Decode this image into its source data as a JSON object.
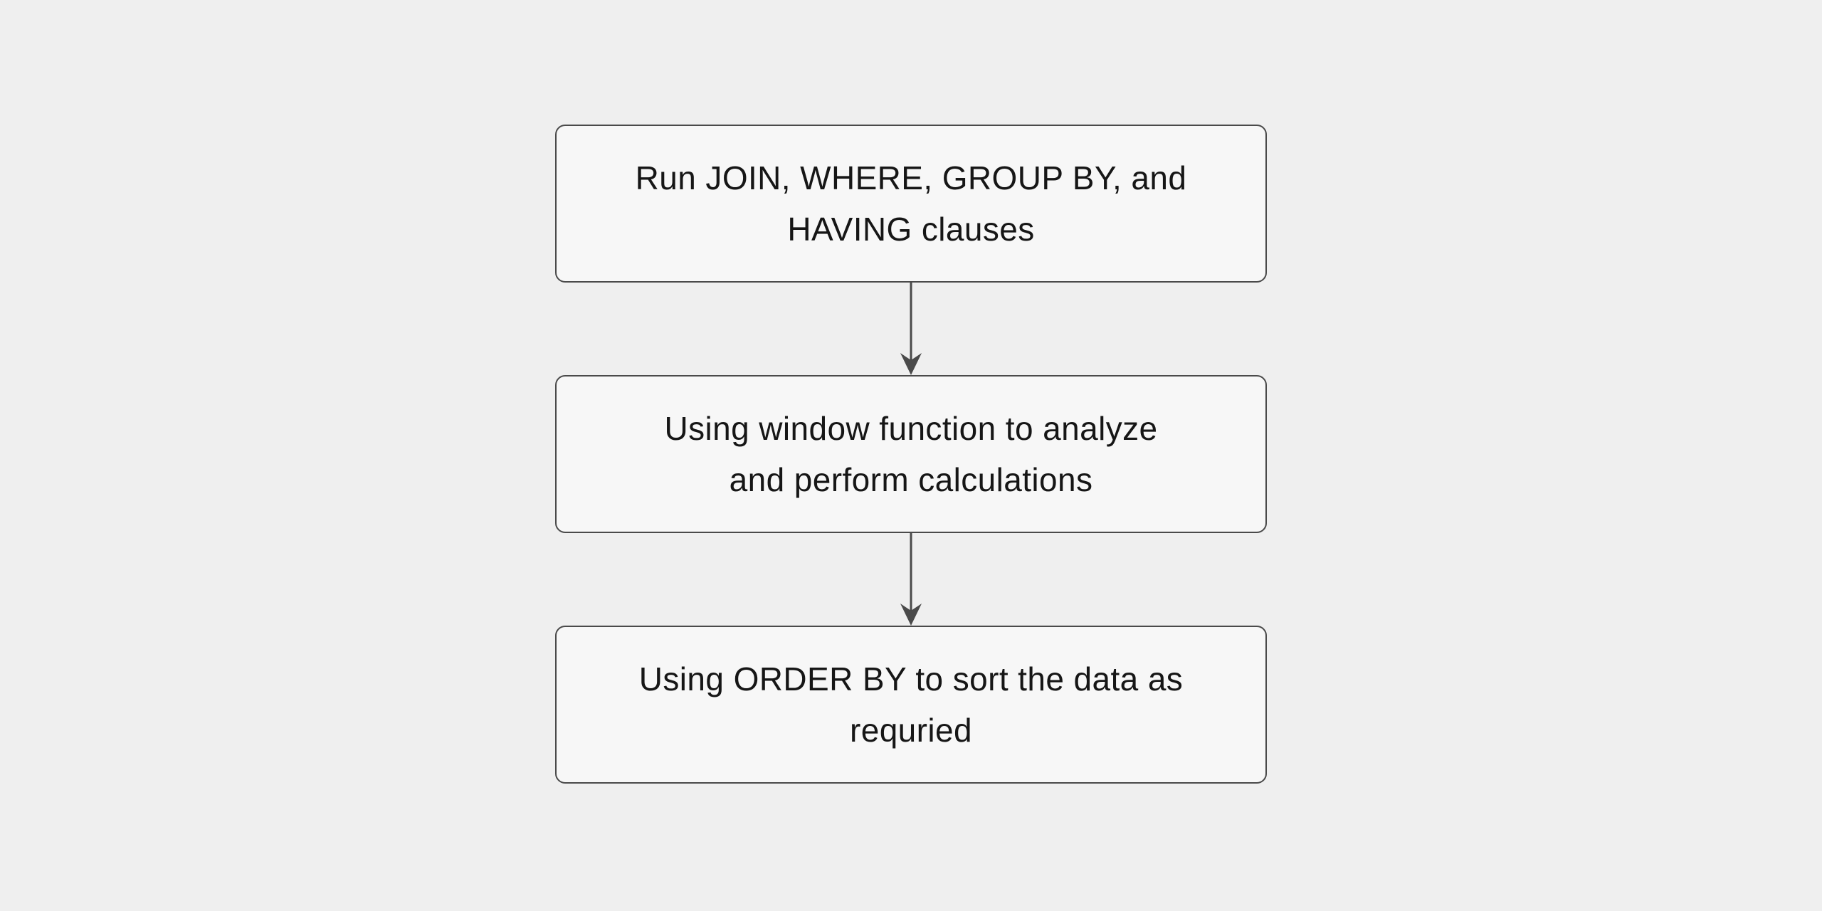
{
  "diagram": {
    "type": "flowchart",
    "direction": "top-down",
    "colors": {
      "background": "#efefef",
      "node_fill": "#f7f7f7",
      "node_border": "#4a4a4a",
      "text": "#161616",
      "arrow": "#4a4a4a"
    },
    "nodes": [
      {
        "id": "step-1",
        "label": "Run JOIN, WHERE, GROUP BY, and HAVING clauses",
        "lines": [
          "Run JOIN, WHERE, GROUP BY, and",
          "HAVING clauses"
        ]
      },
      {
        "id": "step-2",
        "label": "Using window function to analyze and perform calculations",
        "lines": [
          "Using window function to analyze",
          "and perform calculations"
        ]
      },
      {
        "id": "step-3",
        "label": "Using ORDER BY to sort the data as requried",
        "lines": [
          "Using ORDER BY to sort the data as",
          "requried"
        ]
      }
    ],
    "connectors": [
      {
        "from": "step-1",
        "to": "step-2",
        "type": "arrow-down"
      },
      {
        "from": "step-2",
        "to": "step-3",
        "type": "arrow-down"
      }
    ]
  }
}
